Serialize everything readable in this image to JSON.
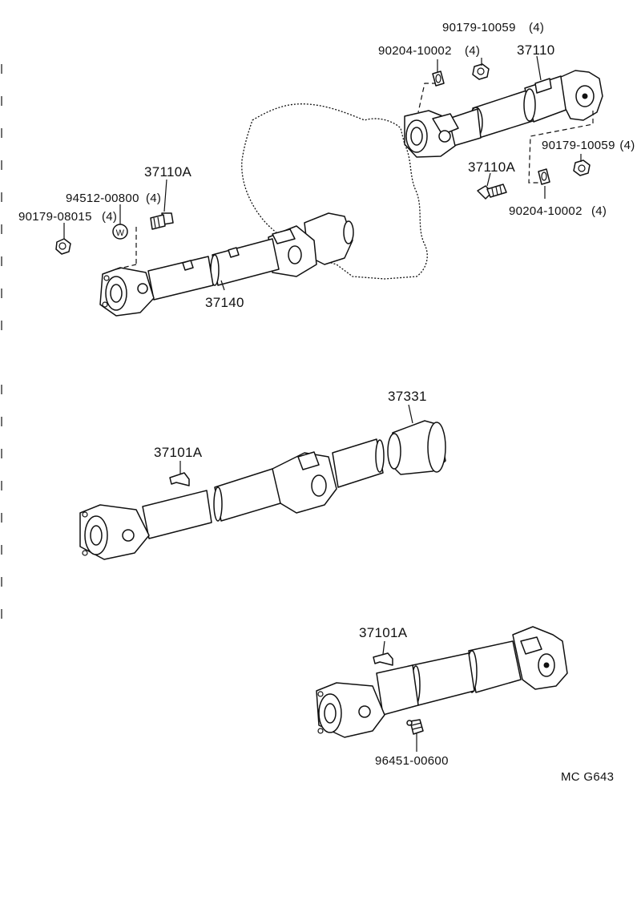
{
  "labels": {
    "nut_top": "90179-10059",
    "nut_top_qty": "(4)",
    "washer_top": "90204-10002",
    "washer_top_qty": "(4)",
    "shaft_front": "37110",
    "nut_right": "90179-10059",
    "nut_right_qty": "(4)",
    "bolt_right": "37110A",
    "washer_right": "90204-10002",
    "washer_right_qty": "(4)",
    "bolt_left": "37110A",
    "washer_left": "94512-00800",
    "washer_left_qty": "(4)",
    "nut_left": "90179-08015",
    "nut_left_qty": "(4)",
    "shaft_mid": "37140",
    "boot": "37331",
    "balance_weight_1": "37101A",
    "balance_weight_2": "37101A",
    "grease_fitting": "96451-00600",
    "diagram_code": "MC G643"
  },
  "marks": {
    "washer_symbol": "W"
  }
}
